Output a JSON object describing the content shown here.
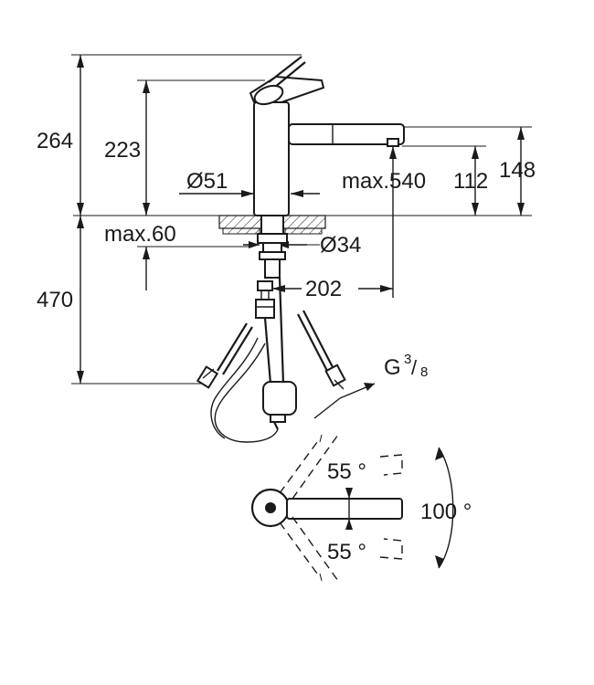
{
  "dimensions": {
    "total_height": "264",
    "spout_height": "223",
    "body_diameter": "Ø51",
    "max_reach": "max.540",
    "outlet_height": "112",
    "lever_height": "148",
    "max_deck_thickness": "max.60",
    "hole_diameter": "Ø34",
    "outlet_offset": "202",
    "hose_length": "470",
    "thread_prefix": "G",
    "thread_numerator": "3",
    "thread_slash": "/",
    "thread_denominator": "8"
  },
  "angles": {
    "upper_swivel": "55 °",
    "lower_swivel": "55 °",
    "total_swivel": "100 °"
  }
}
